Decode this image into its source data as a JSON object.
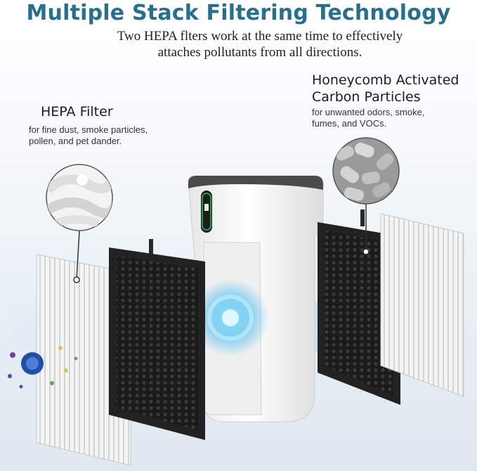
{
  "headline": "Multiple Stack Filtering Technology",
  "subtitle": {
    "line1": "Two HEPA flters work at the same time to effectively",
    "line2": "attaches pollutants from all directions."
  },
  "hepa": {
    "title": "HEPA Filter",
    "desc_line1": "for fine dust, smoke particles,",
    "desc_line2": "pollen, and pet dander."
  },
  "carbon": {
    "title_line1": "Honeycomb Activated",
    "title_line2": "Carbon Particles",
    "desc_line1": "for unwanted odors, smoke,",
    "desc_line2": "fumes, and VOCs."
  },
  "device": {
    "display_icon": "air-quality-display-icon",
    "accent_color": "#2fbf5a"
  },
  "colors": {
    "title": "#256f8f",
    "airflow": "#4fc3f7"
  }
}
